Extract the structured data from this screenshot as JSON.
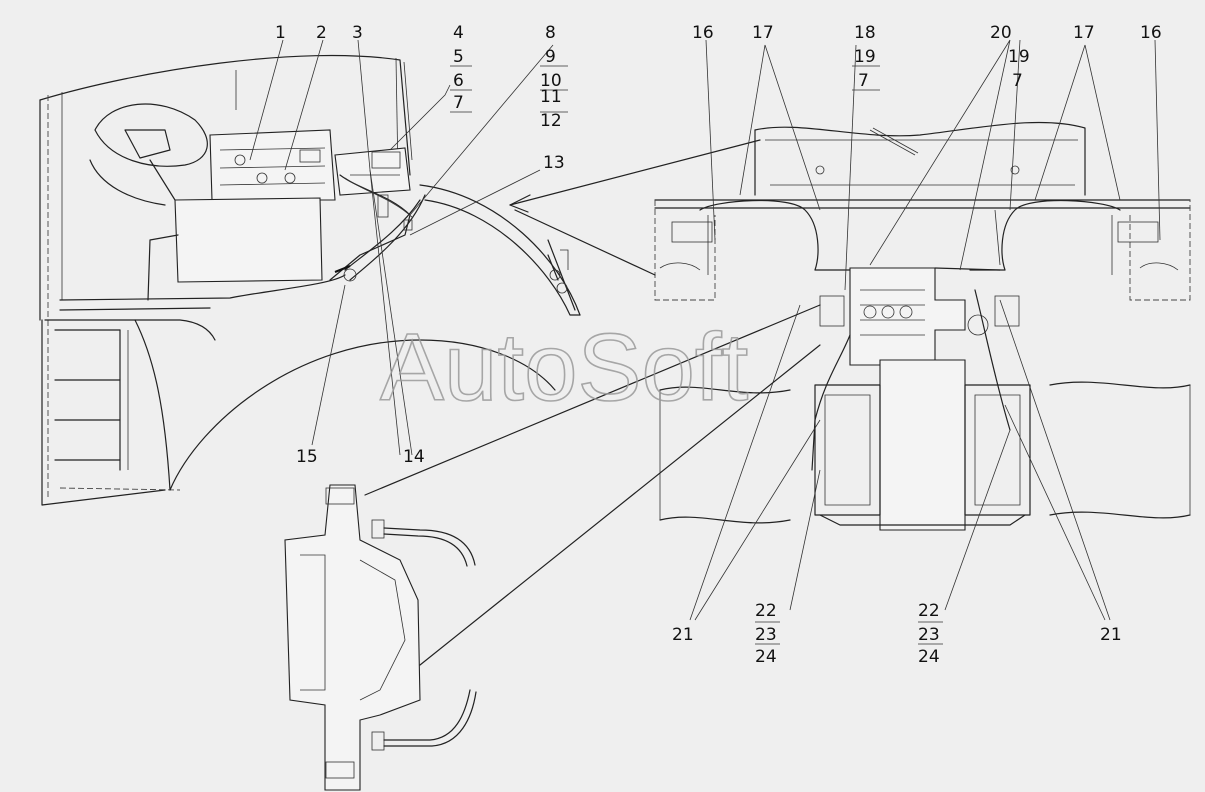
{
  "watermark": "AutoSoft",
  "callouts": {
    "c1": "1",
    "c2": "2",
    "c3": "3",
    "c4": "4",
    "c5": "5",
    "c6": "6",
    "c7a": "7",
    "c8": "8",
    "c9": "9",
    "c10": "10",
    "c11": "11",
    "c12": "12",
    "c13": "13",
    "c14": "14",
    "c15": "15",
    "c16a": "16",
    "c16b": "16",
    "c17a": "17",
    "c17b": "17",
    "c18": "18",
    "c19a": "19",
    "c7b": "7",
    "c20": "20",
    "c19b": "19",
    "c7c": "7",
    "c21a": "21",
    "c21b": "21",
    "c22a": "22",
    "c23a": "23",
    "c24a": "24",
    "c22b": "22",
    "c23b": "23",
    "c24b": "24"
  }
}
